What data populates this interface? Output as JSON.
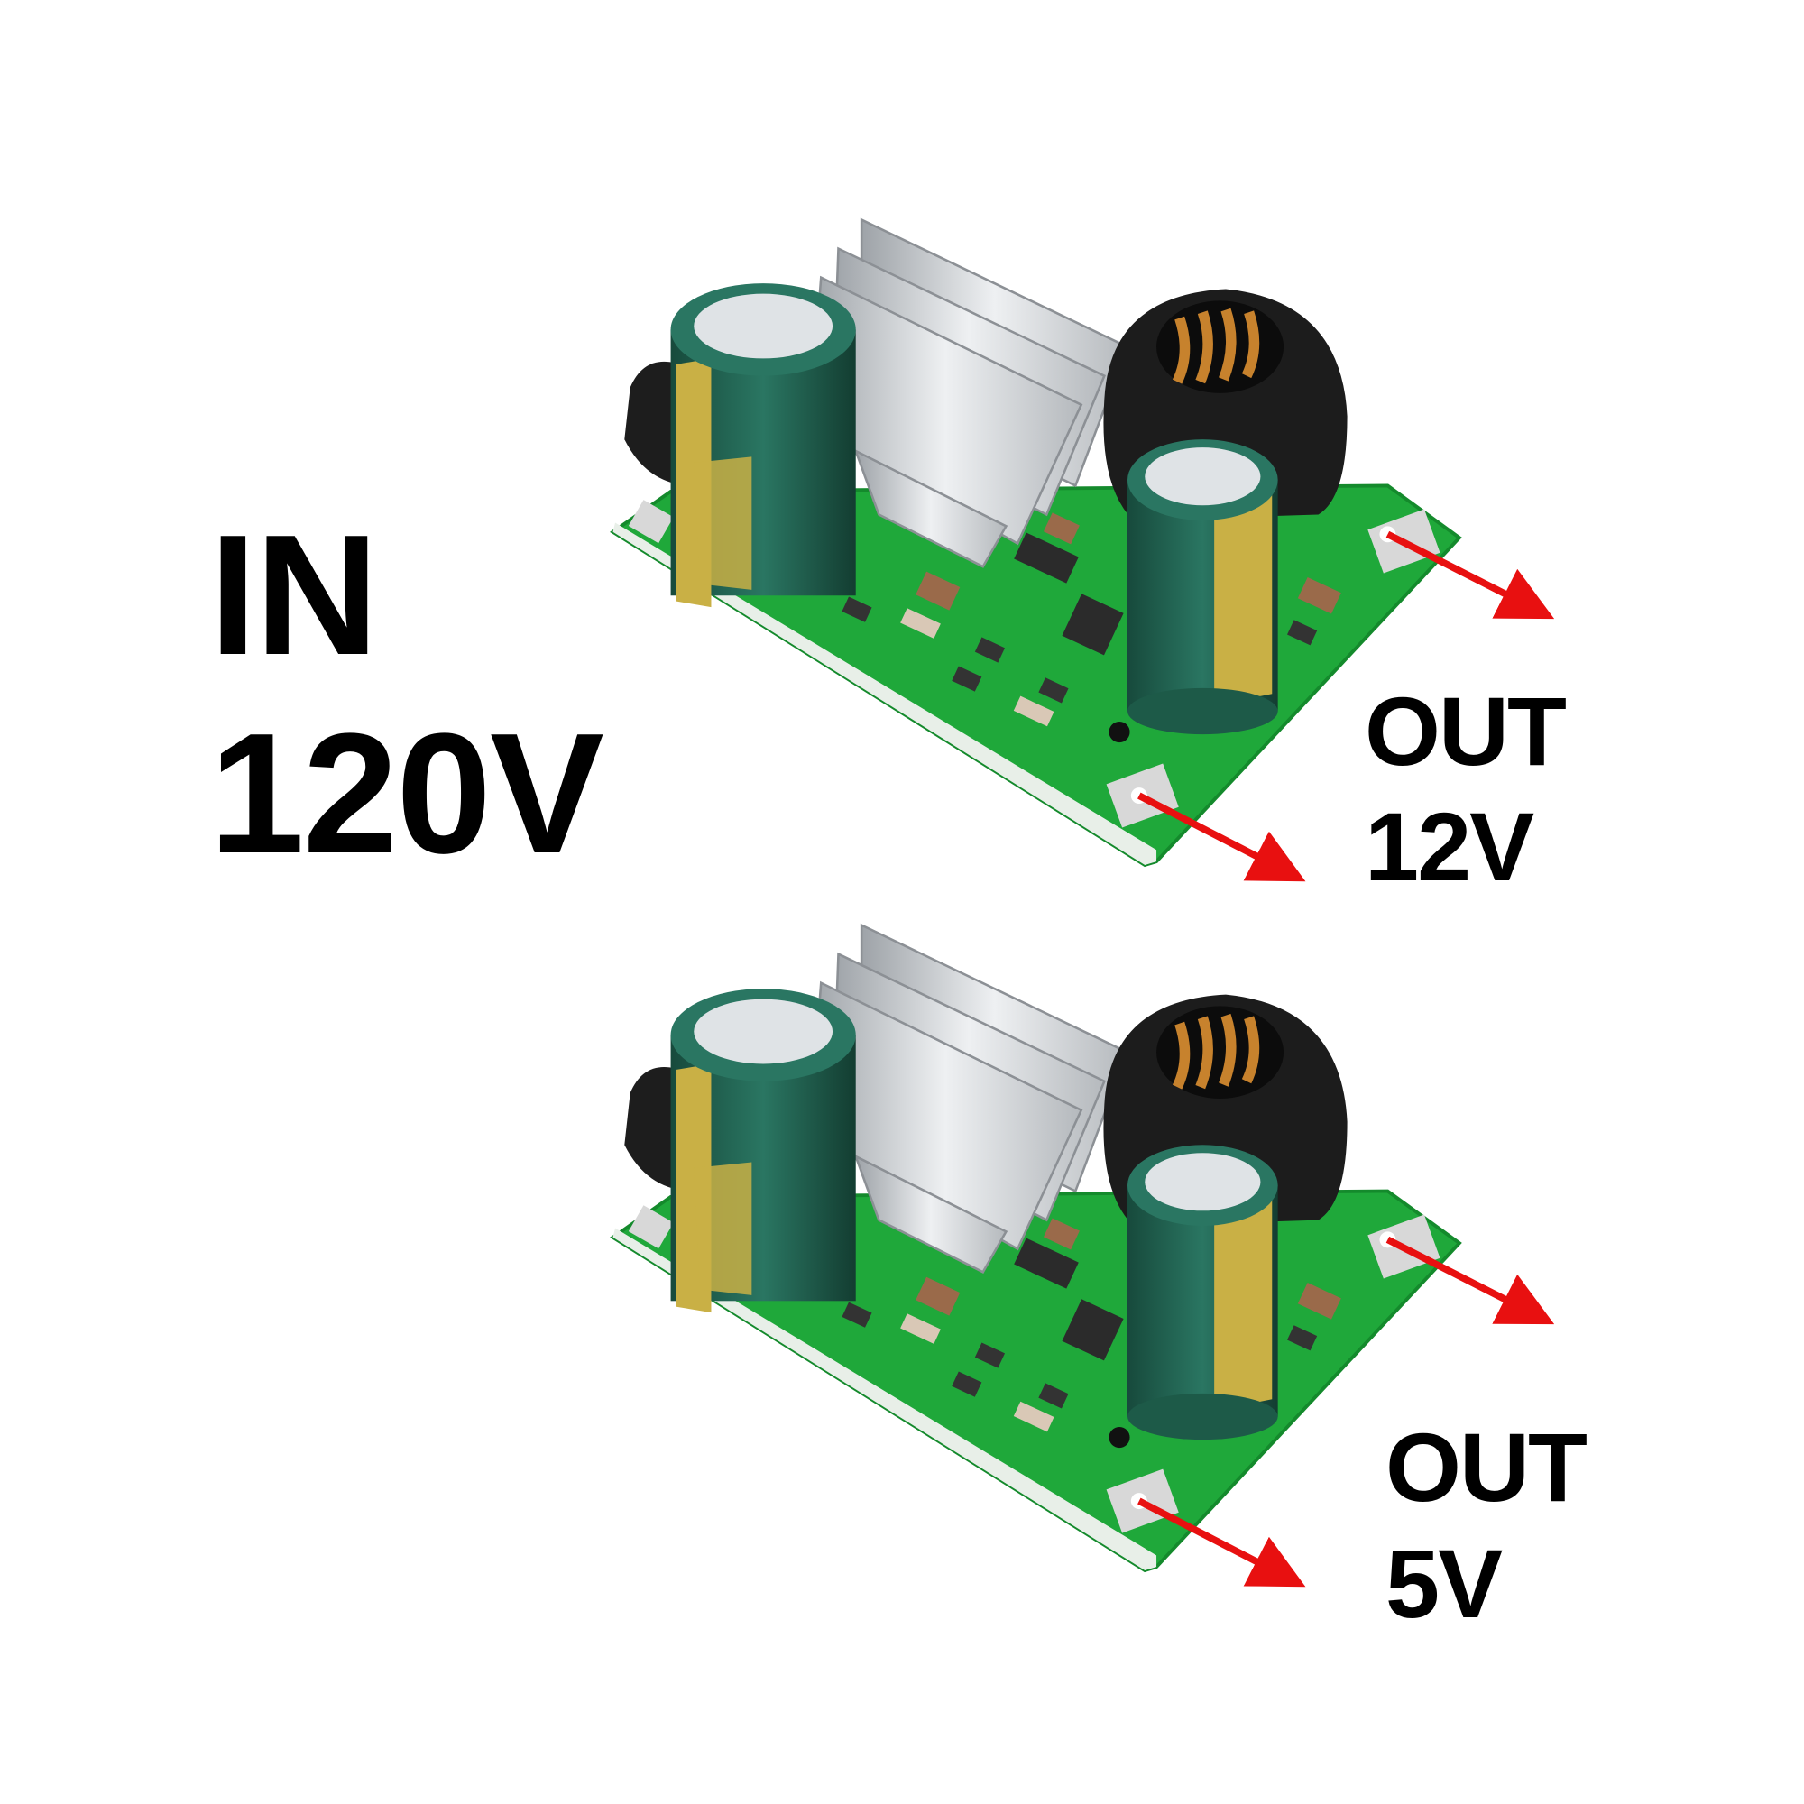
{
  "input_label": {
    "line1": "IN",
    "line2": "120V"
  },
  "modules": [
    {
      "out_label": "OUT",
      "out_voltage": "12V"
    },
    {
      "out_label": "OUT",
      "out_voltage": "5V"
    }
  ],
  "colors": {
    "pcb": "#1fa83a",
    "arrow": "#e81010",
    "capacitor": "#1f5e4c",
    "capacitor_band": "#c9b045",
    "inductor": "#1c1c1c",
    "heatsink": "#c9ccd0"
  }
}
